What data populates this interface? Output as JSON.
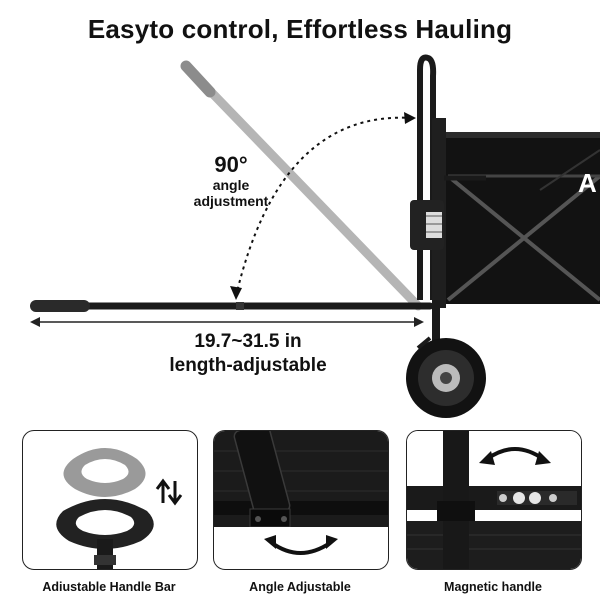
{
  "headline": "Easyto control, Effortless Hauling",
  "angle": {
    "degrees": "90°",
    "line1": "angle",
    "line2": "adjustment"
  },
  "length": {
    "range": "19.7~31.5 in",
    "desc": "length-adjustable"
  },
  "wagon_letter": "A",
  "panels": [
    {
      "caption": "Adiustable Handle Bar"
    },
    {
      "caption": "Angle Adjustable"
    },
    {
      "caption": "Magnetic handle"
    }
  ],
  "colors": {
    "frame": "#1a1a1a",
    "ghost": "#a9a9a9",
    "fabric": "#111111"
  }
}
